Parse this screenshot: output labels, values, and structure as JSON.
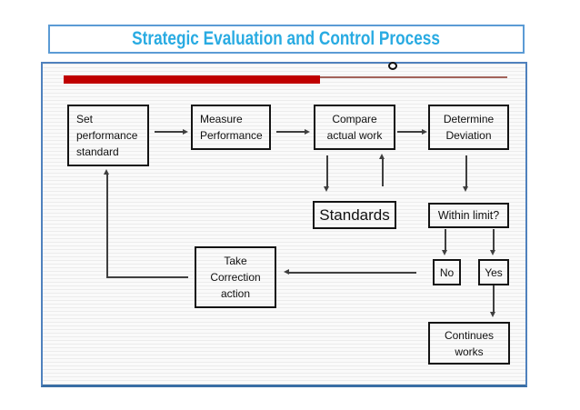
{
  "header": {
    "title": "Strategic Evaluation and Control Process",
    "title_color": "#29ABE2",
    "border_color": "#5B9BD5"
  },
  "slide": {
    "border_color": "#4F81BD",
    "background": "striped-light-gray",
    "accent_bar_color": "#C00000",
    "accent_thin_line_color": "#A2635A",
    "cropped_heading_fragment": "g"
  },
  "flowchart": {
    "nodes": {
      "set_standard": {
        "label": "Set\nperformance\nstandard"
      },
      "measure_performance": {
        "label": "Measure\nPerformance"
      },
      "compare_actual_work": {
        "label": "Compare\nactual work"
      },
      "determine_deviation": {
        "label": "Determine\nDeviation"
      },
      "standards": {
        "label": "Standards"
      },
      "within_limit": {
        "label": "Within limit?"
      },
      "take_correction": {
        "label": "Take\nCorrection\naction"
      },
      "no": {
        "label": "No"
      },
      "yes": {
        "label": "Yes"
      },
      "continues_works": {
        "label": "Continues\nworks"
      }
    },
    "edges": [
      "set_standard -> measure_performance",
      "measure_performance -> compare_actual_work",
      "compare_actual_work -> determine_deviation",
      "compare_actual_work -> standards",
      "standards -> compare_actual_work",
      "determine_deviation -> within_limit",
      "within_limit -> no",
      "within_limit -> yes",
      "yes -> continues_works",
      "no -> take_correction",
      "take_correction -> set_standard"
    ]
  }
}
